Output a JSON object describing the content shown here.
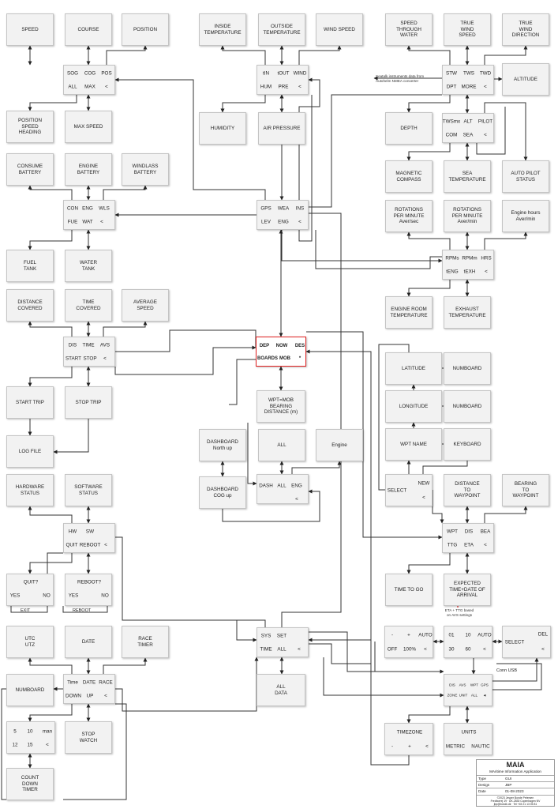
{
  "boxes": {
    "speed": "SPEED",
    "course": "COURSE",
    "position": "POSITION",
    "inside_temp": "INSIDE\nTEMPERATURE",
    "outside_temp": "OUTSIDE\nTEMPERATURE",
    "wind_speed": "WIND SPEED",
    "speed_through_water": "SPEED\nTHROUGH\nWATER",
    "true_wind_speed": "TRUE\nWIND\nSPEED",
    "true_wind_direction": "TRUE\nWIND\nDIRECTION",
    "altitude": "ALTITUDE",
    "pos_speed_heading": "POSITION\nSPEED\nHEADING",
    "max_speed": "MAX SPEED",
    "humidity": "HUMIDITY",
    "air_pressure": "AIR PRESSURE",
    "depth": "DEPTH",
    "consume_battery": "CONSUME\nBATTERY",
    "engine_battery": "ENGINE\nBATTERY",
    "windlass_battery": "WINDLASS\nBATTERY",
    "magnetic_compass": "MAGNETIC\nCOMPASS",
    "sea_temperature": "SEA\nTEMPERATURE",
    "auto_pilot_status": "AUTO PILOT\nSTATUS",
    "rpm_sec": "ROTATIONS\nPER MINUTE\nAver/sec",
    "rpm_min": "ROTATIONS\nPER MINUTE\nAver/min",
    "engine_hours": "Engine hours\nAver/min",
    "fuel_tank": "FUEL\nTANK",
    "water_tank": "WATER\nTANK",
    "engine_room_temp": "ENGINE ROOM\nTEMPERATURE",
    "exhaust_temp": "EXHAUST\nTEMPERATURE",
    "distance_covered": "DISTANCE\nCOVERED",
    "time_covered": "TIME\nCOVERED",
    "average_speed": "AVERAGE\nSPEED",
    "latitude": "LATITUDE",
    "numboard_lat": "NUMBOARD",
    "start_trip": "START TRIP",
    "stop_trip": "STOP TRIP",
    "wpt_mob": "WPT=MOB\nBEARING\nDISTANCE (m)",
    "longitude": "LONGITUDE",
    "numboard_lon": "NUMBOARD",
    "dashboard_north": "DASHBOARD\nNorth up",
    "all_dash": "ALL",
    "engine_dash": "Engine",
    "log_file": "LOG FILE",
    "wpt_name": "WPT NAME",
    "keyboard": "KEYBOARD",
    "dashboard_cog": "DASHBOARD\nCOG up",
    "hardware_status": "HARDWARE\nSTATUS",
    "software_status": "SOFTWARE\nSTATUS",
    "distance_to_wpt": "DISTANCE\nTO\nWAYPOINT",
    "bearing_to_wpt": "BEARING\nTO\nWAYPOINT",
    "time_to_go": "TIME TO GO",
    "eta": "EXPECTED\nTIME+DATE OF\nARRIVAL",
    "utc": "UTC\nUTZ",
    "date": "DATE",
    "race_timer": "RACE\nTIMER",
    "all_data": "ALL\nDATA",
    "numboard_time": "NUMBOARD",
    "stop_watch": "STOP\nWATCH",
    "count_down": "COUNT\nDOWN\nTIMER"
  },
  "menus": {
    "nav": [
      "SOG",
      "COG",
      "POS",
      "ALL",
      "MAX",
      "<"
    ],
    "env": [
      "tIN",
      "tOUT",
      "WIND",
      "HUM",
      "PRE",
      "<"
    ],
    "inst": [
      "STW",
      "TWS",
      "TWD",
      "DPT",
      "MORE",
      "<"
    ],
    "more": [
      "TWSmx",
      "ALT",
      "PILOT",
      "COM",
      "SEA",
      "<"
    ],
    "batt": [
      "CON",
      "ENG",
      "WLS",
      "FUE",
      "WAT",
      "<"
    ],
    "main": [
      "GPS",
      "WEA",
      "INS",
      "LEV",
      "ENG",
      "<"
    ],
    "engine": [
      "RPMs",
      "RPMm",
      "HRS",
      "tENG",
      "tEXH",
      "<"
    ],
    "trip": [
      "DIS",
      "TIME",
      "AVS",
      "START",
      "STOP",
      "<"
    ],
    "home": [
      "DEP",
      "NOW",
      "DES",
      "BOARDS",
      "MOB",
      "*"
    ],
    "select": [
      "SELECT",
      "NEW",
      "<"
    ],
    "dash": [
      "DASH",
      "ALL",
      "ENG",
      "<"
    ],
    "sysinfo": [
      "HW",
      "SW",
      "QUIT",
      "REBOOT",
      "<"
    ],
    "wpt": [
      "WPT",
      "DIS",
      "BEA",
      "TTG",
      "ETA",
      "<"
    ],
    "quit": [
      "QUIT?",
      "YES",
      "NO"
    ],
    "reboot": [
      "REBOOT?",
      "YES",
      "NO"
    ],
    "sys": [
      "SYS",
      "SET",
      "TIME",
      "ALL",
      "<"
    ],
    "bright": [
      "-",
      "+",
      "AUTO",
      "OFF",
      "100%",
      "<"
    ],
    "interval": [
      "01",
      "10",
      "AUTO",
      "30",
      "60",
      "<"
    ],
    "seldel": [
      "SELECT",
      "DEL",
      "<"
    ],
    "time": [
      "Time",
      "DATE",
      "RACE",
      "DOWN",
      "UP",
      "<"
    ],
    "settings": [
      "DIS",
      "AVS",
      "WPT",
      "GPS",
      "ZONE",
      "UNIT",
      "ALL",
      "◄"
    ],
    "countdown": [
      "5",
      "10",
      "man",
      "12",
      "15",
      "<"
    ],
    "timezone": [
      "TIMEZONE",
      "-",
      "+",
      "<"
    ],
    "units": [
      "UNITS",
      "METRIC",
      "NAUTIC"
    ]
  },
  "labels": {
    "exit": "EXIT",
    "reboot": "REBOOT",
    "conn_usb": "Conn USB"
  },
  "notes": {
    "seatalk": "Seatalk instruments data from\nAutohelm NMEA converter",
    "eta_ttg": "ETA + TTG based\non AVS settings"
  },
  "title_block": {
    "title": "MAIA",
    "subtitle": "MAritime Information Application",
    "type_label": "Type",
    "type_value": "GUI",
    "design_label": "Design",
    "design_value": "JBP",
    "date_label": "Date",
    "date_value": "01-08-2023",
    "footer": "©2023 Jesper Bonde Petersen\nFredborrej 19 · DK-2830 Copenhagen NV\njbp@bondk.dk · Tel +45 21 13 05 81"
  }
}
